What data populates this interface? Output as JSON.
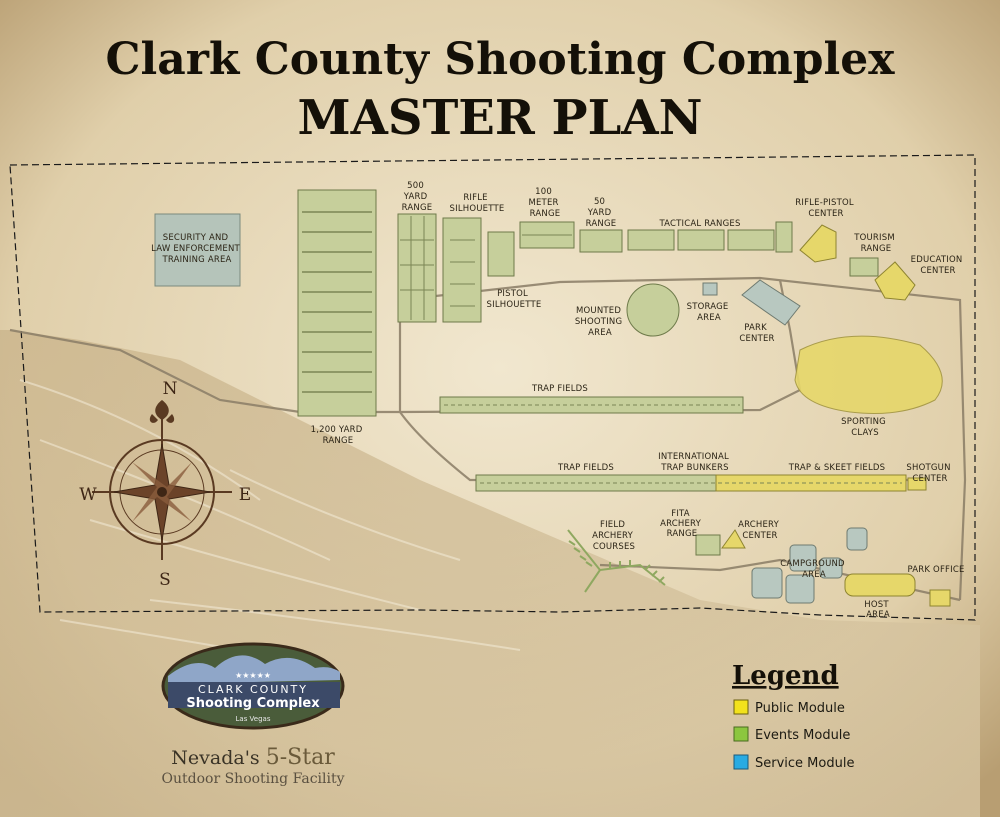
{
  "title": {
    "line1": "Clark County Shooting Complex",
    "line2": "MASTER PLAN"
  },
  "areas": {
    "security": [
      "SECURITY AND",
      "LAW ENFORCEMENT",
      "TRAINING AREA"
    ],
    "yard_500": [
      "500",
      "YARD",
      "RANGE"
    ],
    "rifle_silhouette": [
      "RIFLE",
      "SILHOUETTE"
    ],
    "meter_100": [
      "100",
      "METER",
      "RANGE"
    ],
    "yard_50": [
      "50",
      "YARD",
      "RANGE"
    ],
    "tactical": [
      "TACTICAL RANGES"
    ],
    "rifle_pistol": [
      "RIFLE-PISTOL",
      "CENTER"
    ],
    "tourism": [
      "TOURISM",
      "RANGE"
    ],
    "education": [
      "EDUCATION",
      "CENTER"
    ],
    "pistol_silhouette": [
      "PISTOL",
      "SILHOUETTE"
    ],
    "mounted": [
      "MOUNTED",
      "SHOOTING",
      "AREA"
    ],
    "storage": [
      "STORAGE",
      "AREA"
    ],
    "park_center": [
      "PARK",
      "CENTER"
    ],
    "trap_fields_upper": [
      "TRAP FIELDS"
    ],
    "yard_1200": [
      "1,200 YARD",
      "RANGE"
    ],
    "sporting_clays": [
      "SPORTING",
      "CLAYS"
    ],
    "trap_fields_lower": [
      "TRAP FIELDS"
    ],
    "international": [
      "INTERNATIONAL",
      "TRAP BUNKERS"
    ],
    "trap_skeet": [
      "TRAP & SKEET FIELDS"
    ],
    "shotgun": [
      "SHOTGUN",
      "CENTER"
    ],
    "field_archery": [
      "FIELD",
      "ARCHERY",
      "COURSES"
    ],
    "fita": [
      "FITA",
      "ARCHERY",
      "RANGE"
    ],
    "archery_center": [
      "ARCHERY",
      "CENTER"
    ],
    "campground": [
      "CAMPGROUND",
      "AREA"
    ],
    "park_office": [
      "PARK OFFICE"
    ],
    "host": [
      "HOST",
      "AREA"
    ]
  },
  "compass": {
    "n": "N",
    "e": "E",
    "s": "S",
    "w": "W"
  },
  "logo": {
    "line1": "CLARK COUNTY",
    "line2": "Shooting Complex",
    "line3": "Las Vegas",
    "stars": "★★★★★"
  },
  "tagline": {
    "prefix": "Nevada's",
    "highlight": "5-Star",
    "line2": "Outdoor Shooting Facility"
  },
  "legend": {
    "title": "Legend",
    "items": [
      {
        "label": "Public Module",
        "color": "#f2e21c"
      },
      {
        "label": "Events Module",
        "color": "#8cc63f"
      },
      {
        "label": "Service Module",
        "color": "#29abe2"
      }
    ]
  },
  "colors": {
    "public": "#e6d76a",
    "events": "#c8d29a",
    "service": "#b8c8c0",
    "paper": "#e3d5b5"
  }
}
